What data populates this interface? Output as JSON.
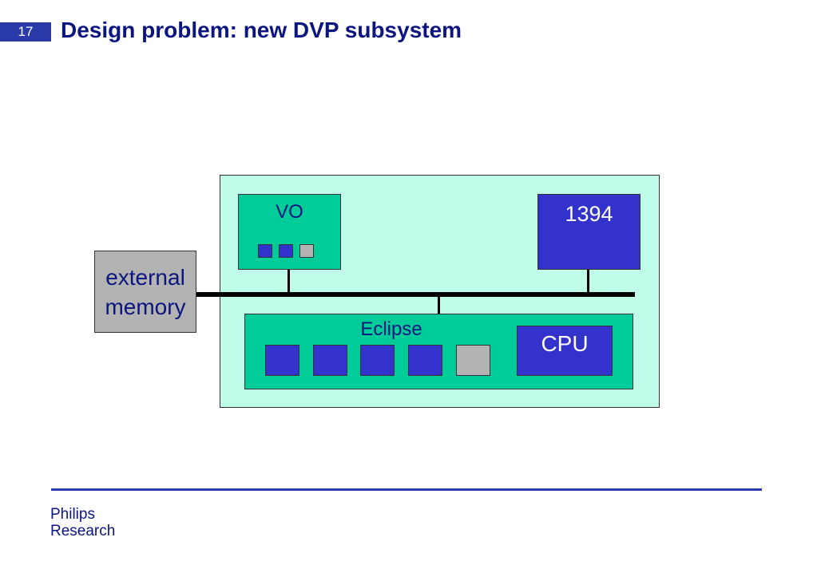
{
  "slide": {
    "page_number": "17",
    "title": "Design problem: new DVP subsystem"
  },
  "diagram": {
    "vo": {
      "label": "VO",
      "units": [
        "blue",
        "blue",
        "grey"
      ]
    },
    "ieee1394": {
      "label": "1394"
    },
    "eclipse": {
      "label": "Eclipse",
      "units": [
        "blue",
        "blue",
        "blue",
        "blue",
        "grey"
      ]
    },
    "cpu": {
      "label": "CPU"
    },
    "external_memory": {
      "line1": "external",
      "line2": "memory"
    },
    "colors": {
      "subsystem_background": "#bffce9",
      "module_green": "#00cc99",
      "unit_blue": "#3333cc",
      "unit_grey": "#b3b3b3",
      "bus": "#000000"
    }
  },
  "footer": {
    "line1": "Philips",
    "line2": "Research"
  }
}
